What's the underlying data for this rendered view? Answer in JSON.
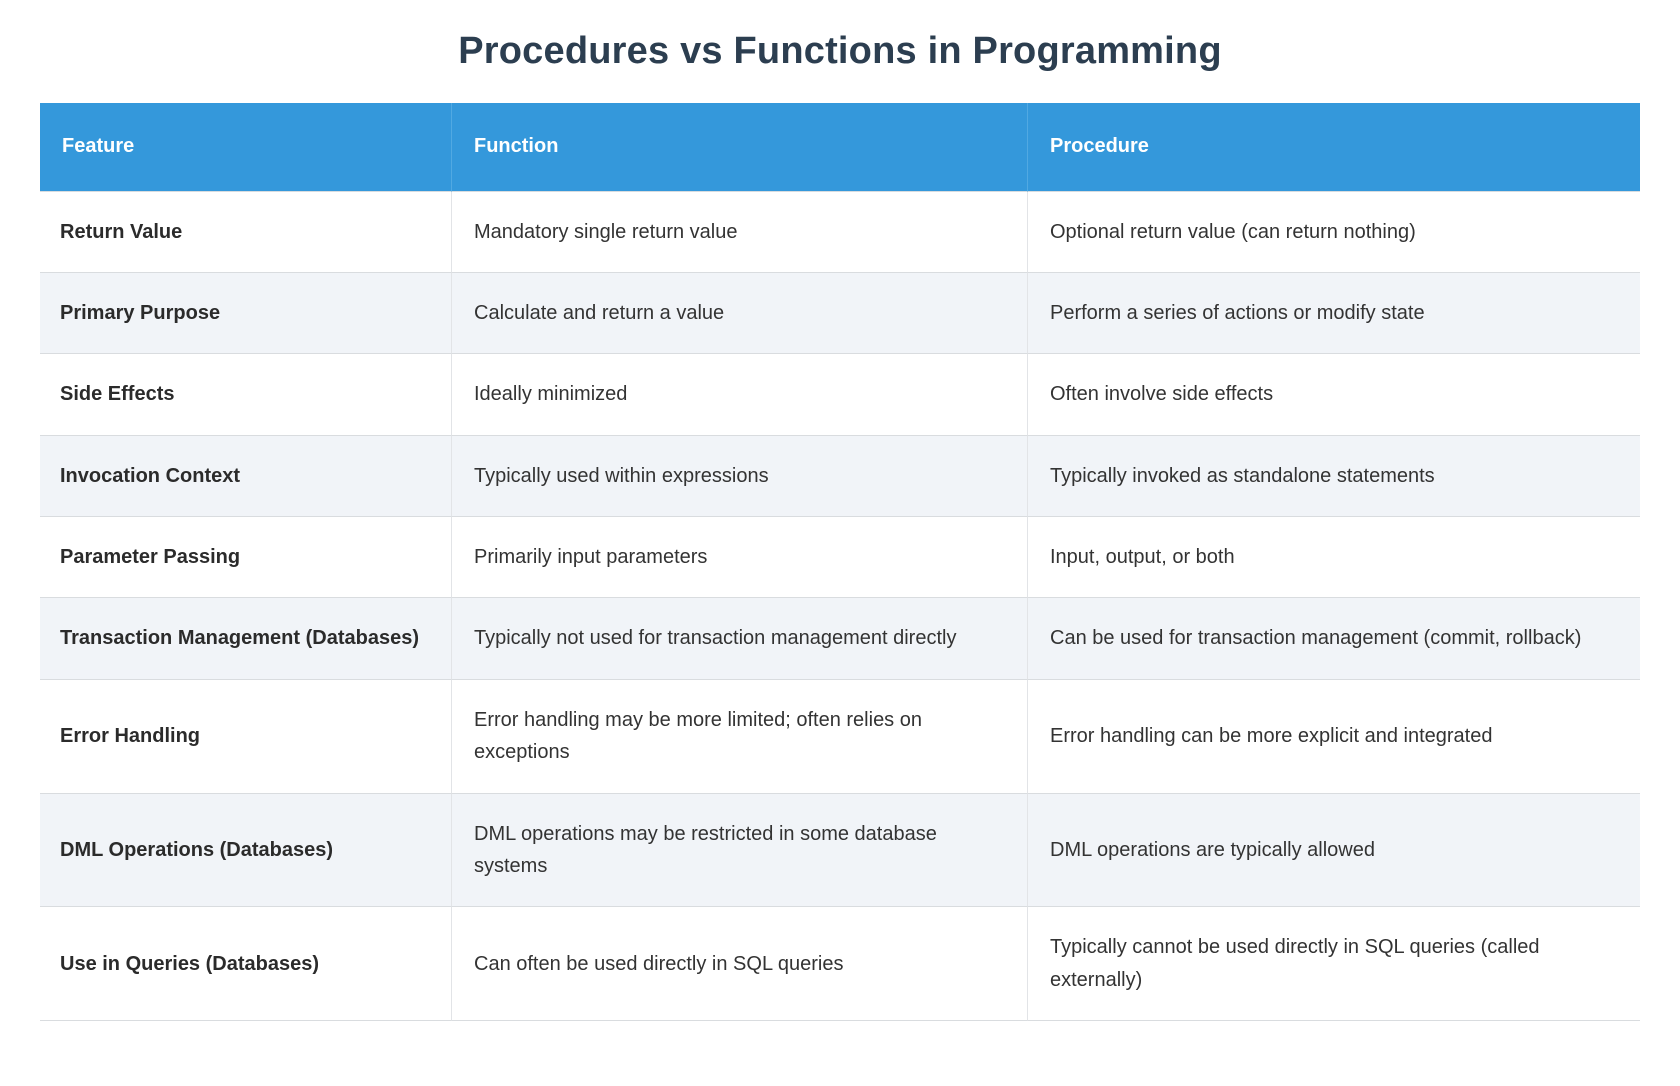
{
  "page": {
    "title": "Procedures vs Functions in Programming",
    "title_color": "#2c3e50",
    "background_color": "#ffffff"
  },
  "table": {
    "header_background": "#3498db",
    "header_text_color": "#ffffff",
    "alt_row_background": "#f1f4f8",
    "row_background": "#ffffff",
    "border_color": "#d9dcdf",
    "columns": [
      {
        "label": "Feature"
      },
      {
        "label": "Function"
      },
      {
        "label": "Procedure"
      }
    ],
    "rows": [
      {
        "feature": "Return Value",
        "function": "Mandatory single return value",
        "procedure": "Optional return value (can return nothing)"
      },
      {
        "feature": "Primary Purpose",
        "function": "Calculate and return a value",
        "procedure": "Perform a series of actions or modify state"
      },
      {
        "feature": "Side Effects",
        "function": "Ideally minimized",
        "procedure": "Often involve side effects"
      },
      {
        "feature": "Invocation Context",
        "function": "Typically used within expressions",
        "procedure": "Typically invoked as standalone statements"
      },
      {
        "feature": "Parameter Passing",
        "function": "Primarily input parameters",
        "procedure": "Input, output, or both"
      },
      {
        "feature": "Transaction Management (Databases)",
        "function": "Typically not used for transaction management directly",
        "procedure": "Can be used for transaction management (commit, rollback)"
      },
      {
        "feature": "Error Handling",
        "function": "Error handling may be more limited; often relies on exceptions",
        "procedure": "Error handling can be more explicit and integrated"
      },
      {
        "feature": "DML Operations (Databases)",
        "function": "DML operations may be restricted in some database systems",
        "procedure": "DML operations are typically allowed"
      },
      {
        "feature": "Use in Queries (Databases)",
        "function": "Can often be used directly in SQL queries",
        "procedure": "Typically cannot be used directly in SQL queries (called externally)"
      }
    ]
  }
}
